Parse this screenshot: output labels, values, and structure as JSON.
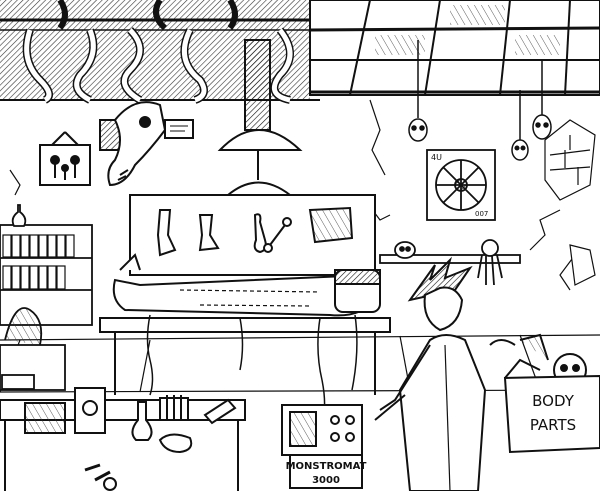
{
  "box": {
    "line1": "BODY",
    "line2": "PARTS"
  },
  "machine": {
    "line1": "MONSTROMAT",
    "line2": "3000"
  },
  "wheel_chart": {
    "corner_top": "4U",
    "corner_bottom": "007"
  }
}
